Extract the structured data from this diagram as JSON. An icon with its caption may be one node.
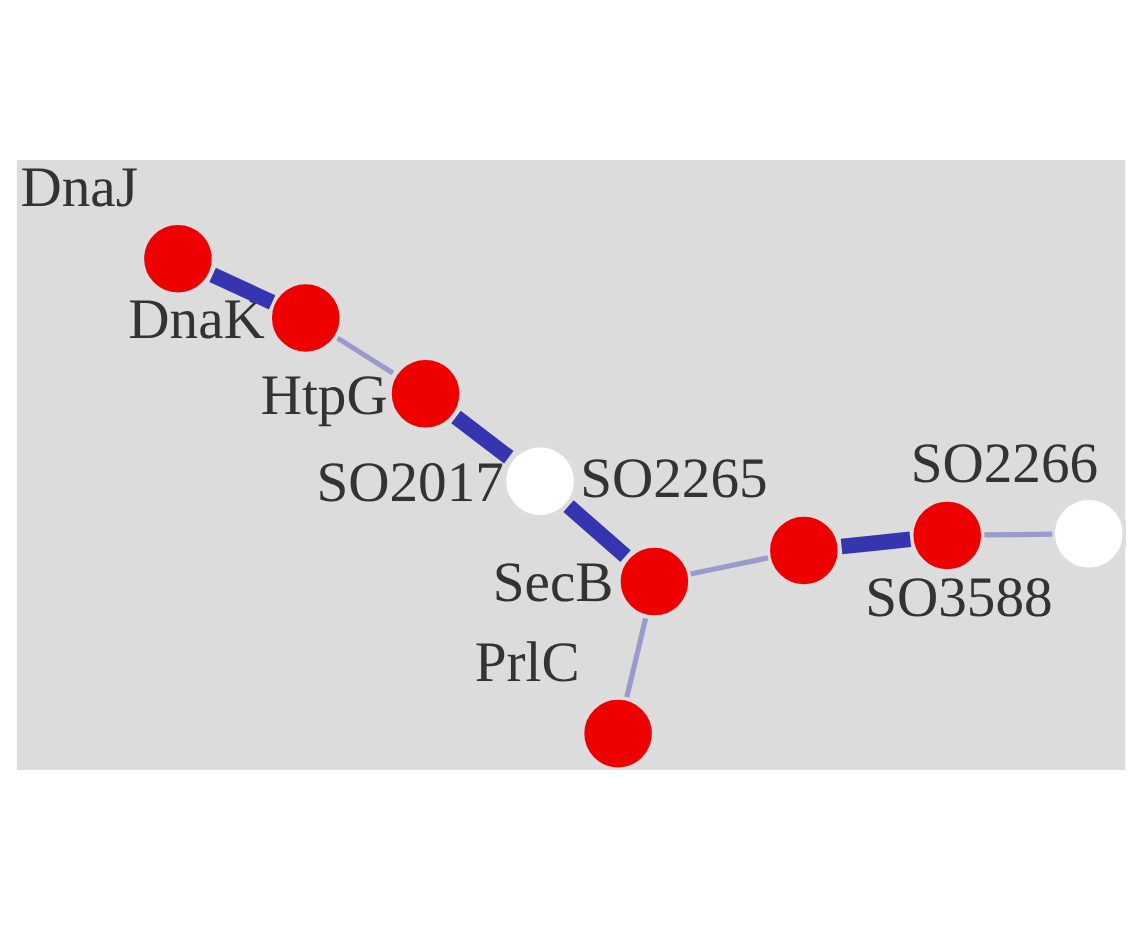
{
  "diagram": {
    "nodes": [
      {
        "text": [],
        "shape": "circle",
        "beside": [
          "SecB"
        ]
      },
      {
        "text": [],
        "shape": "circle",
        "beside": [
          "PrlC"
        ]
      },
      {
        "text": [],
        "shape": "circle",
        "beside": [
          "SO2265"
        ]
      },
      {
        "text": [],
        "shape": "circle",
        "beside": [
          "SO2266"
        ]
      },
      {
        "text": [],
        "shape": "circle",
        "beside": [
          "SO2017"
        ]
      },
      {
        "text": [],
        "shape": "circle",
        "beside": [
          "DnaK"
        ]
      },
      {
        "text": [],
        "shape": "circle",
        "beside": [
          "SO3588"
        ]
      },
      {
        "text": [],
        "shape": "circle",
        "beside": [
          "HtpG"
        ]
      },
      {
        "text": [],
        "shape": "circle",
        "beside": [
          "DnaJ"
        ]
      }
    ],
    "edges": [
      {
        "from": 0,
        "to": 1,
        "arrow": "none"
      },
      {
        "from": 0,
        "to": 2,
        "arrow": "none"
      },
      {
        "from": 2,
        "to": 3,
        "arrow": "none",
        "style": "thick",
        "color": "#3535b0"
      },
      {
        "from": 3,
        "to": 6,
        "arrow": "none"
      },
      {
        "from": 0,
        "to": 4,
        "arrow": "none",
        "style": "thick",
        "color": "#3535b0"
      },
      {
        "from": 4,
        "to": 7,
        "arrow": "none",
        "style": "thick",
        "color": "#3535b0"
      },
      {
        "from": 7,
        "to": 5,
        "arrow": "none"
      },
      {
        "from": 5,
        "to": 8,
        "arrow": "none",
        "style": "thick",
        "color": "#3535b0"
      }
    ]
  }
}
